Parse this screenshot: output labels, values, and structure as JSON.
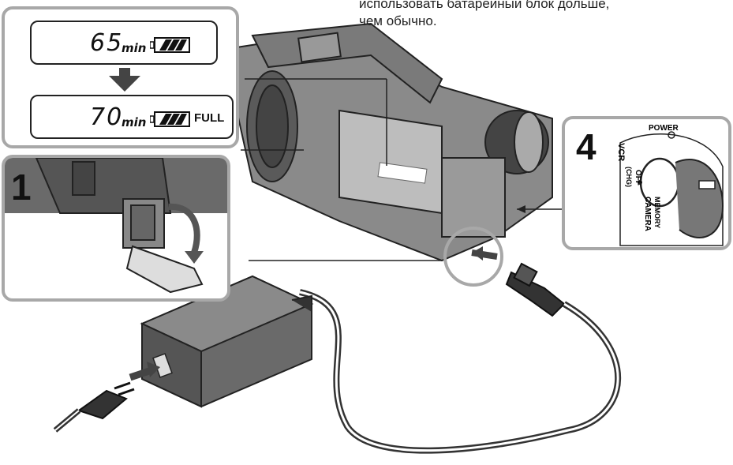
{
  "intro_text": [
    "использовать батарейный блок дольше,",
    "чем обычно."
  ],
  "lcd_before": {
    "value": "65",
    "unit": "min"
  },
  "lcd_after": {
    "value": "70",
    "unit": "min",
    "status": "FULL"
  },
  "step_1": "1",
  "step_4": "4",
  "power_switch": {
    "title": "POWER",
    "vcr": "VCR",
    "off": "OFF",
    "chg": "(CHG)",
    "camera": "CAMERA",
    "memory": "MEMORY"
  },
  "colors": {
    "frame": "#a8a8a8",
    "device": "#6a6a6a",
    "light": "#d4d4d4"
  }
}
